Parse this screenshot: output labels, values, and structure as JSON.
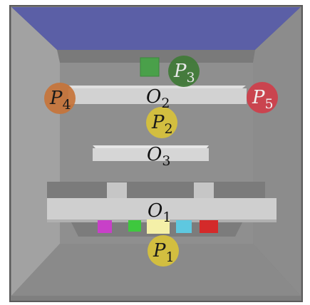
{
  "colors": {
    "frame_outer": "#7a7a7a",
    "frame_edge": "#5a5a5a",
    "ceiling": "#5b5fa6",
    "ceiling_dark": "#3e4078",
    "left_wall": "#9a9a9a",
    "right_wall": "#8a8a8a",
    "back_wall": "#8c8c8c",
    "floor": "#8e8e8e",
    "bar": "#d2d2d2",
    "bar_shadow": "#b5b5b5",
    "P1": "#d8c23a",
    "P2": "#d8c23a",
    "P3": "#3f7a36",
    "P4": "#c7743a",
    "P5": "#cf3e4a"
  },
  "points": [
    {
      "id": "P1",
      "letter": "P",
      "sub": "1",
      "text_color": "#1a1a1a"
    },
    {
      "id": "P2",
      "letter": "P",
      "sub": "2",
      "text_color": "#1a1a1a"
    },
    {
      "id": "P3",
      "letter": "P",
      "sub": "3",
      "text_color": "#e8e8e8"
    },
    {
      "id": "P4",
      "letter": "P",
      "sub": "4",
      "text_color": "#1a1a1a"
    },
    {
      "id": "P5",
      "letter": "P",
      "sub": "5",
      "text_color": "#f0f0f0"
    }
  ],
  "objects": [
    {
      "id": "O1",
      "letter": "O",
      "sub": "1"
    },
    {
      "id": "O2",
      "letter": "O",
      "sub": "2"
    },
    {
      "id": "O3",
      "letter": "O",
      "sub": "3"
    }
  ],
  "swatches": [
    "#c840c8",
    "#3ec83e",
    "#f4f0a8",
    "#5ec8e0",
    "#d42a2a"
  ],
  "green_cube": "#4aa04a"
}
